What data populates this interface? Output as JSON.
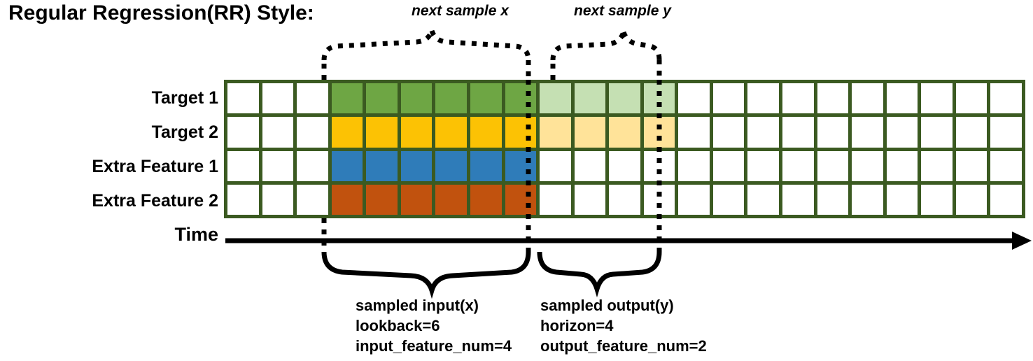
{
  "title": "Regular Regression(RR) Style:",
  "annotations": {
    "next_sample_x": "next sample x",
    "next_sample_y": "next sample y"
  },
  "axis": {
    "time_label": "Time",
    "arrow_icon": "right-arrow-icon"
  },
  "rows": [
    {
      "label": "Target 1",
      "key": "target1"
    },
    {
      "label": "Target 2",
      "key": "target2"
    },
    {
      "label": "Extra Feature 1",
      "key": "extra1"
    },
    {
      "label": "Extra Feature 2",
      "key": "extra2"
    }
  ],
  "captions": {
    "input": "sampled input(x)\nlookback=6\ninput_feature_num=4",
    "output": "sampled output(y)\nhorizon=4\noutput_feature_num=2"
  },
  "colors": {
    "grid_border": "#3b5a21",
    "green": "#6ea644",
    "light_green": "#c5e0b3",
    "yellow": "#fcc204",
    "light_yellow": "#ffe399",
    "blue": "#2f7cb9",
    "orange": "#c1520e",
    "empty": "#ffffff",
    "ink": "#000000"
  },
  "chart_data": {
    "type": "heatmap",
    "title": "Regular Regression(RR) Style:",
    "columns": 23,
    "rows": 4,
    "row_labels": [
      "Target 1",
      "Target 2",
      "Extra Feature 1",
      "Extra Feature 2"
    ],
    "xlabel": "Time",
    "ylabel": "",
    "grid": true,
    "legend": "none",
    "sample_window": {
      "input_start_col": 3,
      "lookback": 6,
      "horizon": 4,
      "input_feature_num": 4,
      "output_feature_num": 2
    },
    "cell_states": {
      "target1": [
        "empty",
        "empty",
        "empty",
        "green",
        "green",
        "green",
        "green",
        "green",
        "green",
        "light_green",
        "light_green",
        "light_green",
        "light_green",
        "empty",
        "empty",
        "empty",
        "empty",
        "empty",
        "empty",
        "empty",
        "empty",
        "empty",
        "empty"
      ],
      "target2": [
        "empty",
        "empty",
        "empty",
        "yellow",
        "yellow",
        "yellow",
        "yellow",
        "yellow",
        "yellow",
        "light_yellow",
        "light_yellow",
        "light_yellow",
        "light_yellow",
        "empty",
        "empty",
        "empty",
        "empty",
        "empty",
        "empty",
        "empty",
        "empty",
        "empty",
        "empty"
      ],
      "extra1": [
        "empty",
        "empty",
        "empty",
        "blue",
        "blue",
        "blue",
        "blue",
        "blue",
        "blue",
        "empty",
        "empty",
        "empty",
        "empty",
        "empty",
        "empty",
        "empty",
        "empty",
        "empty",
        "empty",
        "empty",
        "empty",
        "empty",
        "empty"
      ],
      "extra2": [
        "empty",
        "empty",
        "empty",
        "orange",
        "orange",
        "orange",
        "orange",
        "orange",
        "orange",
        "empty",
        "empty",
        "empty",
        "empty",
        "empty",
        "empty",
        "empty",
        "empty",
        "empty",
        "empty",
        "empty",
        "empty",
        "empty",
        "empty"
      ]
    },
    "annotations": [
      {
        "text": "next sample x",
        "span_cols": [
          3,
          8
        ]
      },
      {
        "text": "next sample y",
        "span_cols": [
          9,
          12
        ]
      },
      {
        "text": "sampled input(x) lookback=6 input_feature_num=4",
        "span_cols": [
          3,
          8
        ]
      },
      {
        "text": "sampled output(y) horizon=4 output_feature_num=2",
        "span_cols": [
          9,
          12
        ]
      }
    ]
  }
}
